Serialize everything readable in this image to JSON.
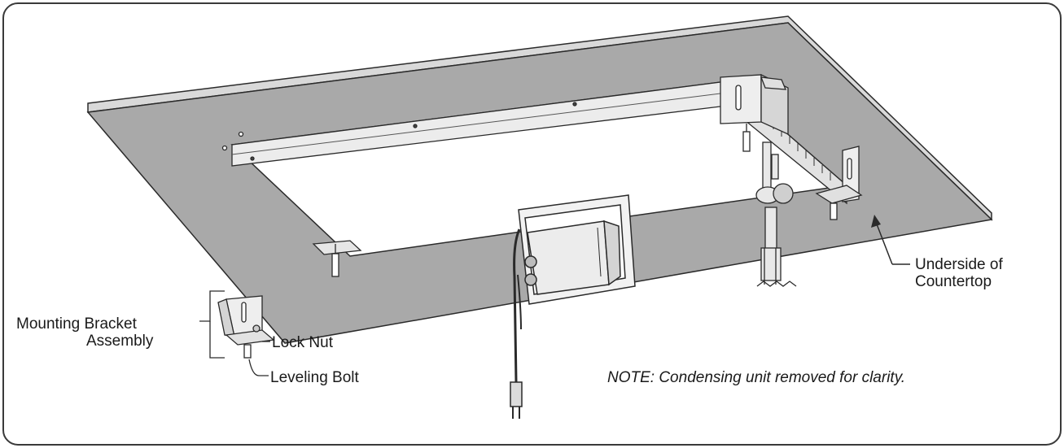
{
  "diagram": {
    "labels": {
      "underside_line1": "Underside of",
      "underside_line2": "Countertop",
      "bracket_line1": "Mounting Bracket",
      "bracket_line2": "Assembly",
      "lock_nut": "Lock Nut",
      "leveling_bolt": "Leveling Bolt"
    },
    "note": "NOTE: Condensing unit removed for clarity.",
    "colors": {
      "countertop": "#a8a8a8",
      "countertop_edge": "#d8d8d8",
      "line": "#2a2a2a",
      "metal": "#e6e6e6"
    }
  }
}
